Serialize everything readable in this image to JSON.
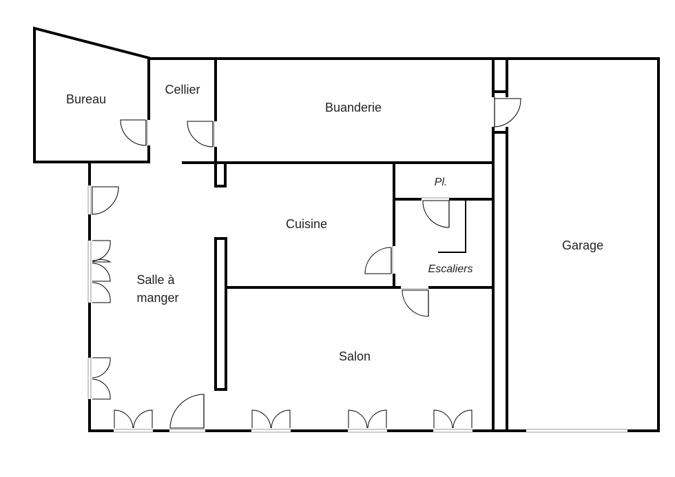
{
  "floorplan": {
    "rooms": {
      "bureau": "Bureau",
      "cellier": "Cellier",
      "buanderie": "Buanderie",
      "placard": "Pl.",
      "cuisine": "Cuisine",
      "escaliers": "Escaliers",
      "salle_line1": "Salle à",
      "salle_line2": "manger",
      "salon": "Salon",
      "garage": "Garage"
    },
    "colors": {
      "wall": "#000000",
      "label": "#222222",
      "background": "#ffffff"
    }
  }
}
